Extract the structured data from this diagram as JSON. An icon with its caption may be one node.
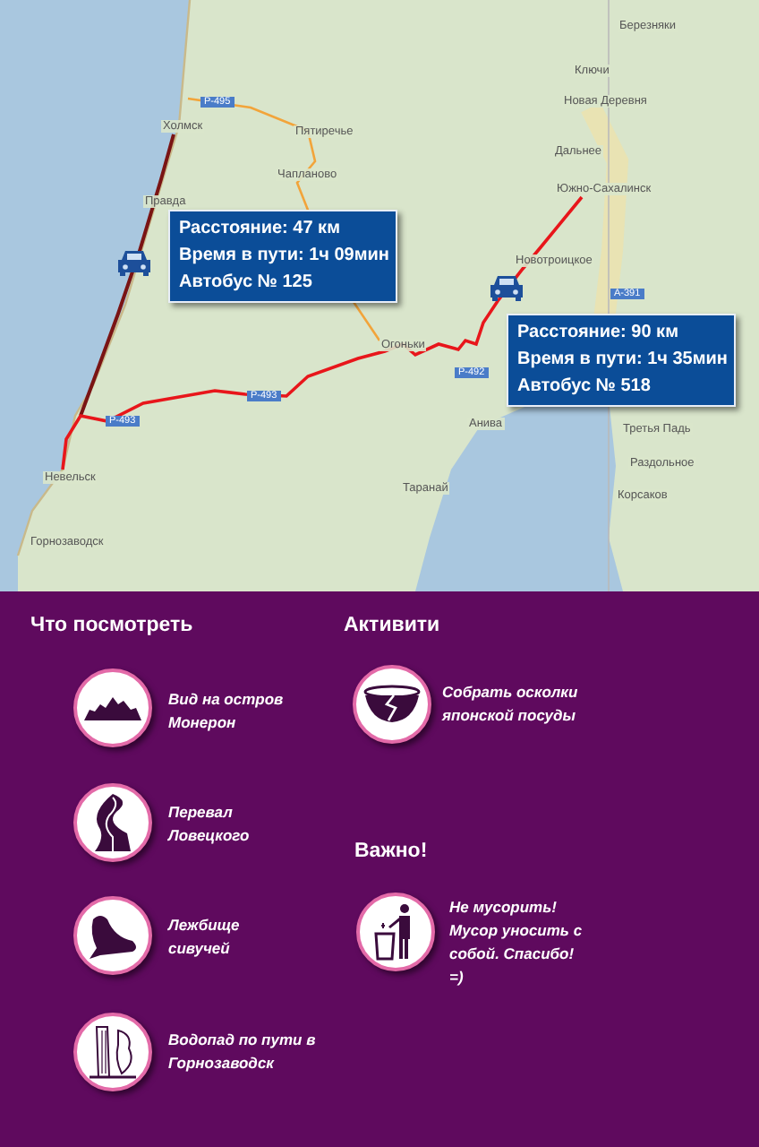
{
  "diagram": {
    "nodes": [
      {
        "text": [
          "Расстояние: 47 км",
          "Время в пути: 1ч 09мин",
          "Автобус № 125"
        ]
      },
      {
        "text": [
          "Расстояние: 90 км",
          "Время в пути: 1ч 35мин",
          "Автобус № 518"
        ]
      }
    ],
    "labels": [
      "Березняки",
      "Ключи",
      "Новая Деревня",
      "Р-495",
      "Холмск",
      "Пятиречье",
      "Дальнее",
      "Чапланово",
      "Южно-Сахалинск",
      "Правда",
      "Новотроицкое",
      "А-391",
      "Огоньки",
      "Р-492",
      "Р-493",
      "Р-493",
      "Анива",
      "Третья Падь",
      "Раздольное",
      "Невельск",
      "Таранай",
      "Корсаков",
      "Горнозаводск",
      "Что посмотреть",
      "Активити",
      "Вид на остров Монерон",
      "Собрать осколки японской посуды",
      "Перевал Ловецкого",
      "Важно!",
      "Лежбище сивучей",
      "Не мусорить! Мусор уносить с собой. Спасибо! =)",
      "Водопад по пути в Горнозаводск"
    ]
  }
}
